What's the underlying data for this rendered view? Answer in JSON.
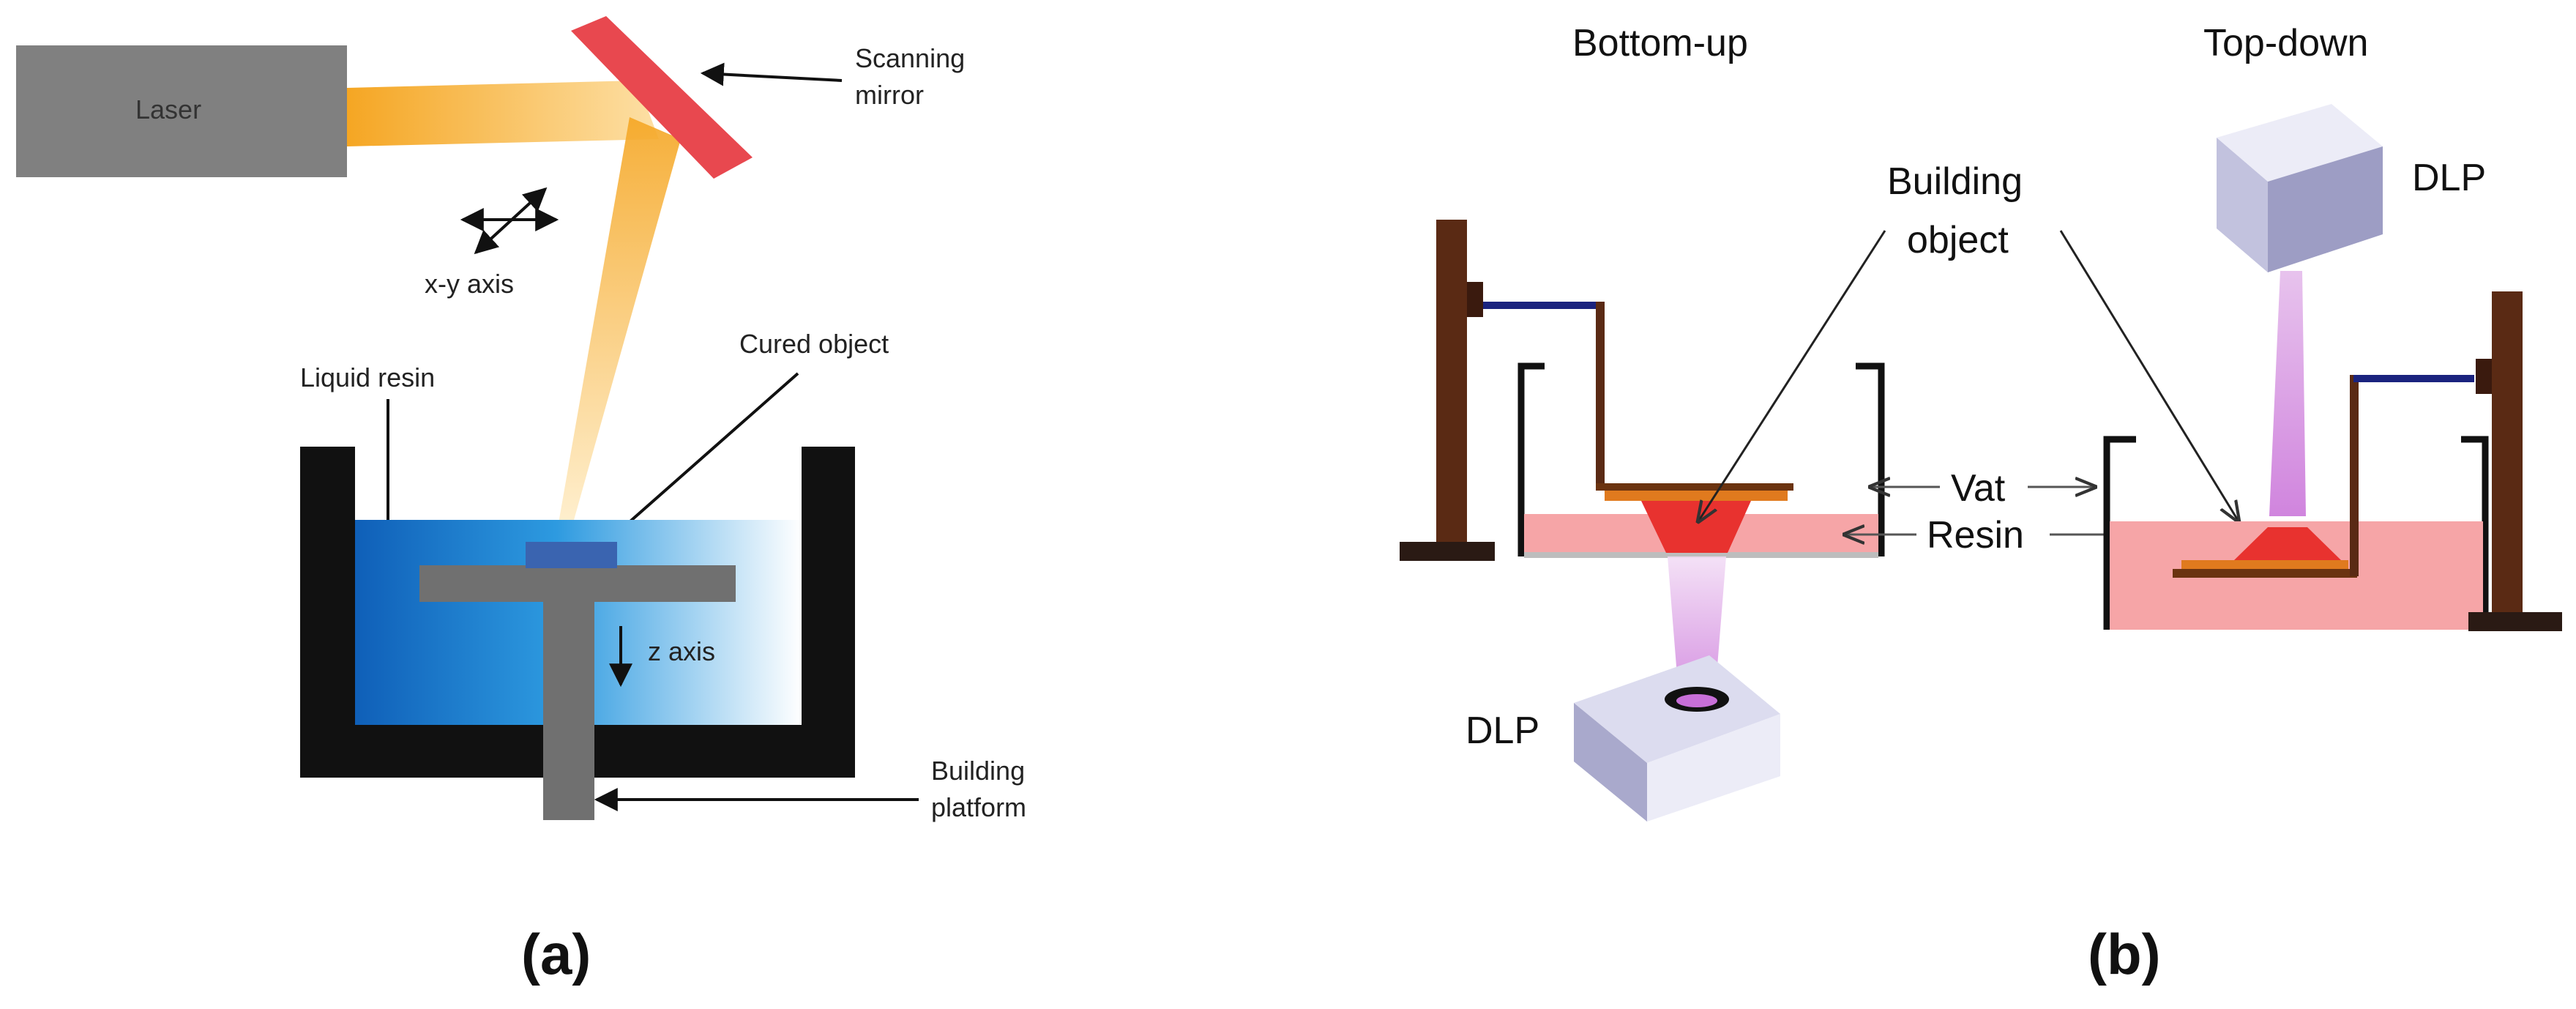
{
  "panel_a": {
    "laser": "Laser",
    "scanning_mirror_1": "Scanning",
    "scanning_mirror_2": "mirror",
    "xy_axis": "x-y axis",
    "cured_object": "Cured object",
    "liquid_resin": "Liquid resin",
    "z_axis": "z axis",
    "building_platform_1": "Building",
    "building_platform_2": "platform",
    "caption": "(a)"
  },
  "panel_b": {
    "bottom_up": "Bottom-up",
    "top_down": "Top-down",
    "building_object_1": "Building",
    "building_object_2": "object",
    "vat": "Vat",
    "resin": "Resin",
    "dlp_bottom": "DLP",
    "dlp_top": "DLP",
    "caption": "(b)"
  },
  "colors": {
    "laser_box": "#808080",
    "mirror": "#e8484f",
    "beam": "#f5b13c",
    "vat_wall": "#111111",
    "resin_blue": "#1a73c9",
    "platform": "#707070",
    "cured_object": "#3a64b0",
    "stand_brown": "#5a2a14",
    "arm_blue": "#1a237e",
    "resin_pink": "#f6a5a7",
    "object_red": "#e8322f",
    "plate_orange": "#e07a1e",
    "dlp_box": "#b9b9d9",
    "dlp_beam": "#d58fe0"
  }
}
